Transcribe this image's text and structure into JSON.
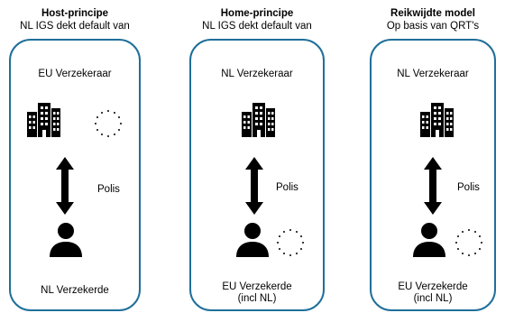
{
  "columns": [
    {
      "title": "Host-principe",
      "subtitle": "NL IGS dekt default van",
      "top_label": "EU Verzekeraar",
      "arrow_label": "Polis",
      "bottom_label": "NL Verzekerde",
      "bottom_label_2": ""
    },
    {
      "title": "Home-principe",
      "subtitle": "NL IGS dekt default van",
      "top_label": "NL Verzekeraar",
      "arrow_label": "Polis",
      "bottom_label": "EU Verzekerde",
      "bottom_label_2": "(incl NL)"
    },
    {
      "title": "Reikwijdte model",
      "subtitle": "Op basis van QRT's",
      "top_label": "NL Verzekeraar",
      "arrow_label": "Polis",
      "bottom_label": "EU Verzekerde",
      "bottom_label_2": "(incl NL)"
    }
  ],
  "colors": {
    "panel_border": "#1f6f9a",
    "icon": "#000000"
  },
  "icons": [
    "buildings-icon",
    "eu-stars-icon",
    "double-arrow-icon",
    "person-icon"
  ]
}
